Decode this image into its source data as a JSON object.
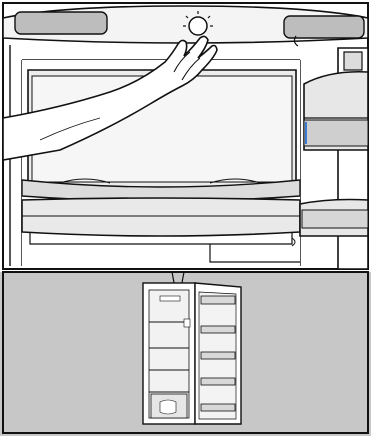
{
  "figure": {
    "description_visible_text": "",
    "colors": {
      "background": "#ffffff",
      "bottom_panel": "#c7c7c7",
      "line": "#111111",
      "shelf_fill": "#e6e6e6",
      "accent_blue": "#3a7bd5"
    },
    "icons": {
      "top_view": "fridge-interior-close-up-illustration",
      "hand": "hand-adjusting-light-illustration",
      "bottom_view": "fridge-overview-illustration"
    }
  }
}
